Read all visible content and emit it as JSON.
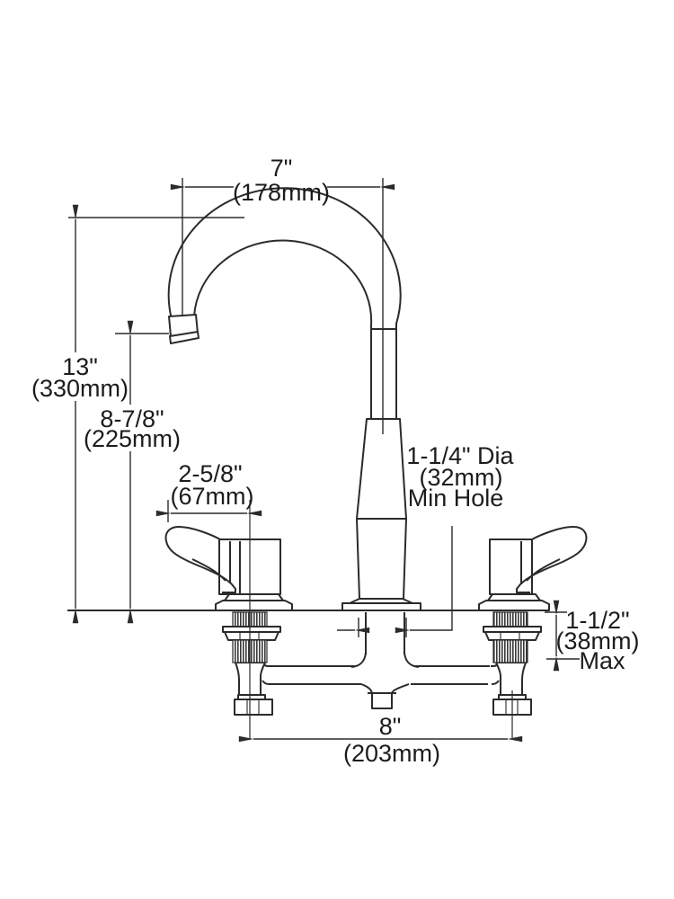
{
  "drawing": {
    "title": "Two-handle widespread faucet with gooseneck spout — dimension diagram",
    "style": {
      "line_color": "#2b2b2b",
      "background": "#ffffff",
      "text_color": "#1c1c1c"
    }
  },
  "dims": {
    "spout_reach": {
      "in": "7\"",
      "mm": "(178mm)"
    },
    "overall_height": {
      "in": "13\"",
      "mm": "(330mm)"
    },
    "spout_height": {
      "in": "8-7/8\"",
      "mm": "(225mm)"
    },
    "handle_length": {
      "in": "2-5/8\"",
      "mm": "(67mm)"
    },
    "min_hole": {
      "line1": "1-1/4\" Dia",
      "line2": "(32mm)",
      "line3": "Min Hole"
    },
    "deck_thickness": {
      "in": "1-1/2\"",
      "mm": "(38mm)",
      "note": "Max"
    },
    "centers": {
      "in": "8\"",
      "mm": "(203mm)"
    }
  }
}
